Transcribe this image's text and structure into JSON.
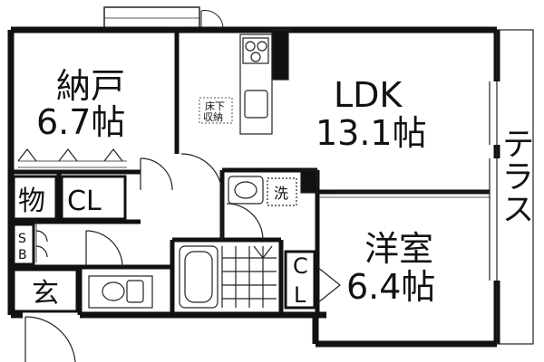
{
  "rooms": {
    "storage": {
      "name": "納戸",
      "size": "6.7帖"
    },
    "ldk": {
      "name": "LDK",
      "size": "13.1帖"
    },
    "western": {
      "name": "洋室",
      "size": "6.4帖"
    },
    "terrace": {
      "name": "テラス"
    }
  },
  "labels": {
    "mono": "物",
    "closet1": "CL",
    "closet2_c": "C",
    "closet2_l": "L",
    "sb_s": "S",
    "sb_b": "B",
    "entrance": "玄",
    "wash": "洗",
    "underfloor_1": "床下",
    "underfloor_2": "収納"
  }
}
